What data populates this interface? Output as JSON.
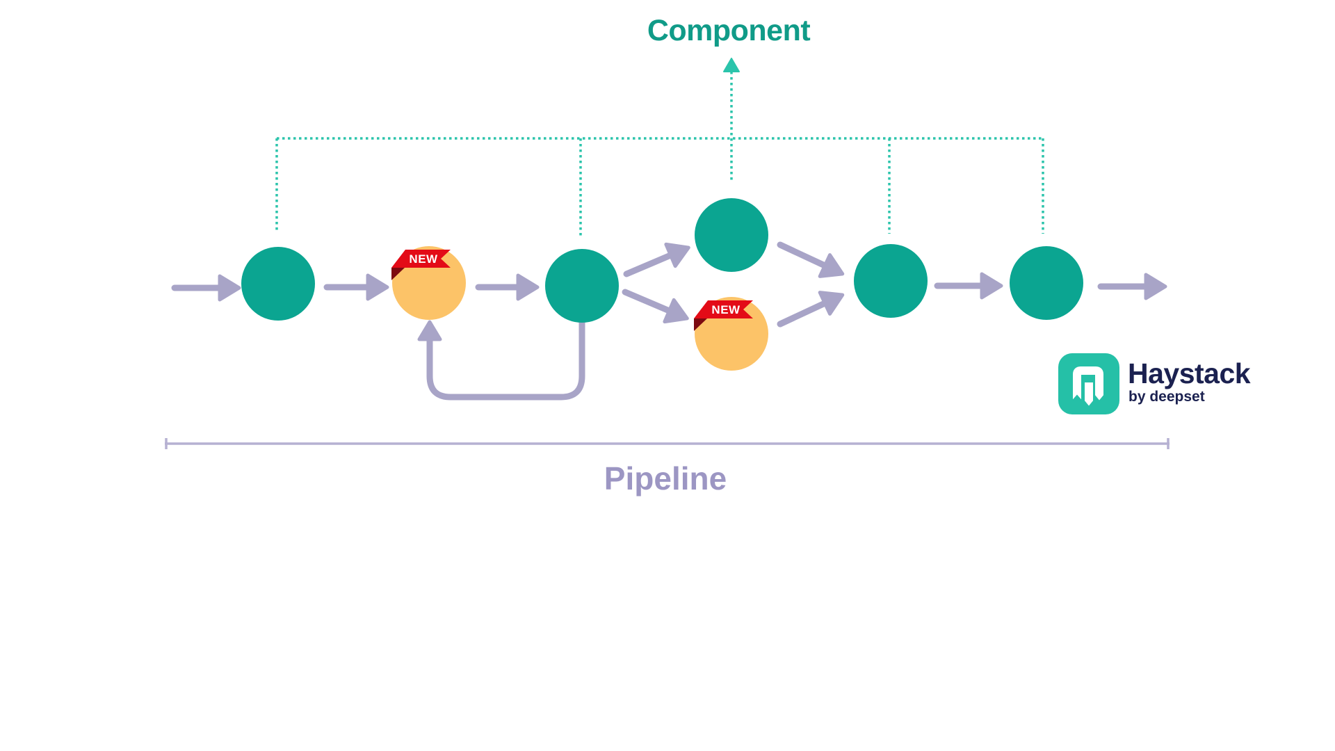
{
  "labels": {
    "component": "Component",
    "pipeline": "Pipeline",
    "badge_new": "NEW"
  },
  "logo": {
    "name": "Haystack",
    "byline": "by deepset"
  },
  "colors": {
    "background": "#ffffff",
    "node-teal": "#0ba591",
    "node-orange": "#fcc368",
    "accent-teal": "#2bc4ab",
    "component-text": "#109b88",
    "arrow": "#a8a4c7",
    "bracket": "#b6b1d2",
    "pipeline-text": "#9c96c3",
    "badge-red": "#e30b17",
    "badge-red-dark": "#7d0a10",
    "badge-text": "#ffffff",
    "logo-icon": "#25c0a7",
    "logo-text": "#1b2150"
  },
  "diagram": {
    "nodes": [
      {
        "id": 1,
        "kind": "component",
        "color": "teal",
        "new": false
      },
      {
        "id": 2,
        "kind": "component",
        "color": "orange",
        "new": true
      },
      {
        "id": 3,
        "kind": "component",
        "color": "teal",
        "new": false
      },
      {
        "id": 4,
        "kind": "component",
        "color": "teal",
        "new": false,
        "branch": "top"
      },
      {
        "id": 5,
        "kind": "component",
        "color": "orange",
        "new": true,
        "branch": "bottom"
      },
      {
        "id": 6,
        "kind": "component",
        "color": "teal",
        "new": false
      },
      {
        "id": 7,
        "kind": "component",
        "color": "teal",
        "new": false
      }
    ],
    "flow": "input -> 1 -> 2 -> 3 -> (4 top | 5 bottom) -> 6 -> 7 -> output; feedback loop from 3 back to 2; dotted callout marks nodes 1, 3, 4, 6, 7 as components"
  }
}
